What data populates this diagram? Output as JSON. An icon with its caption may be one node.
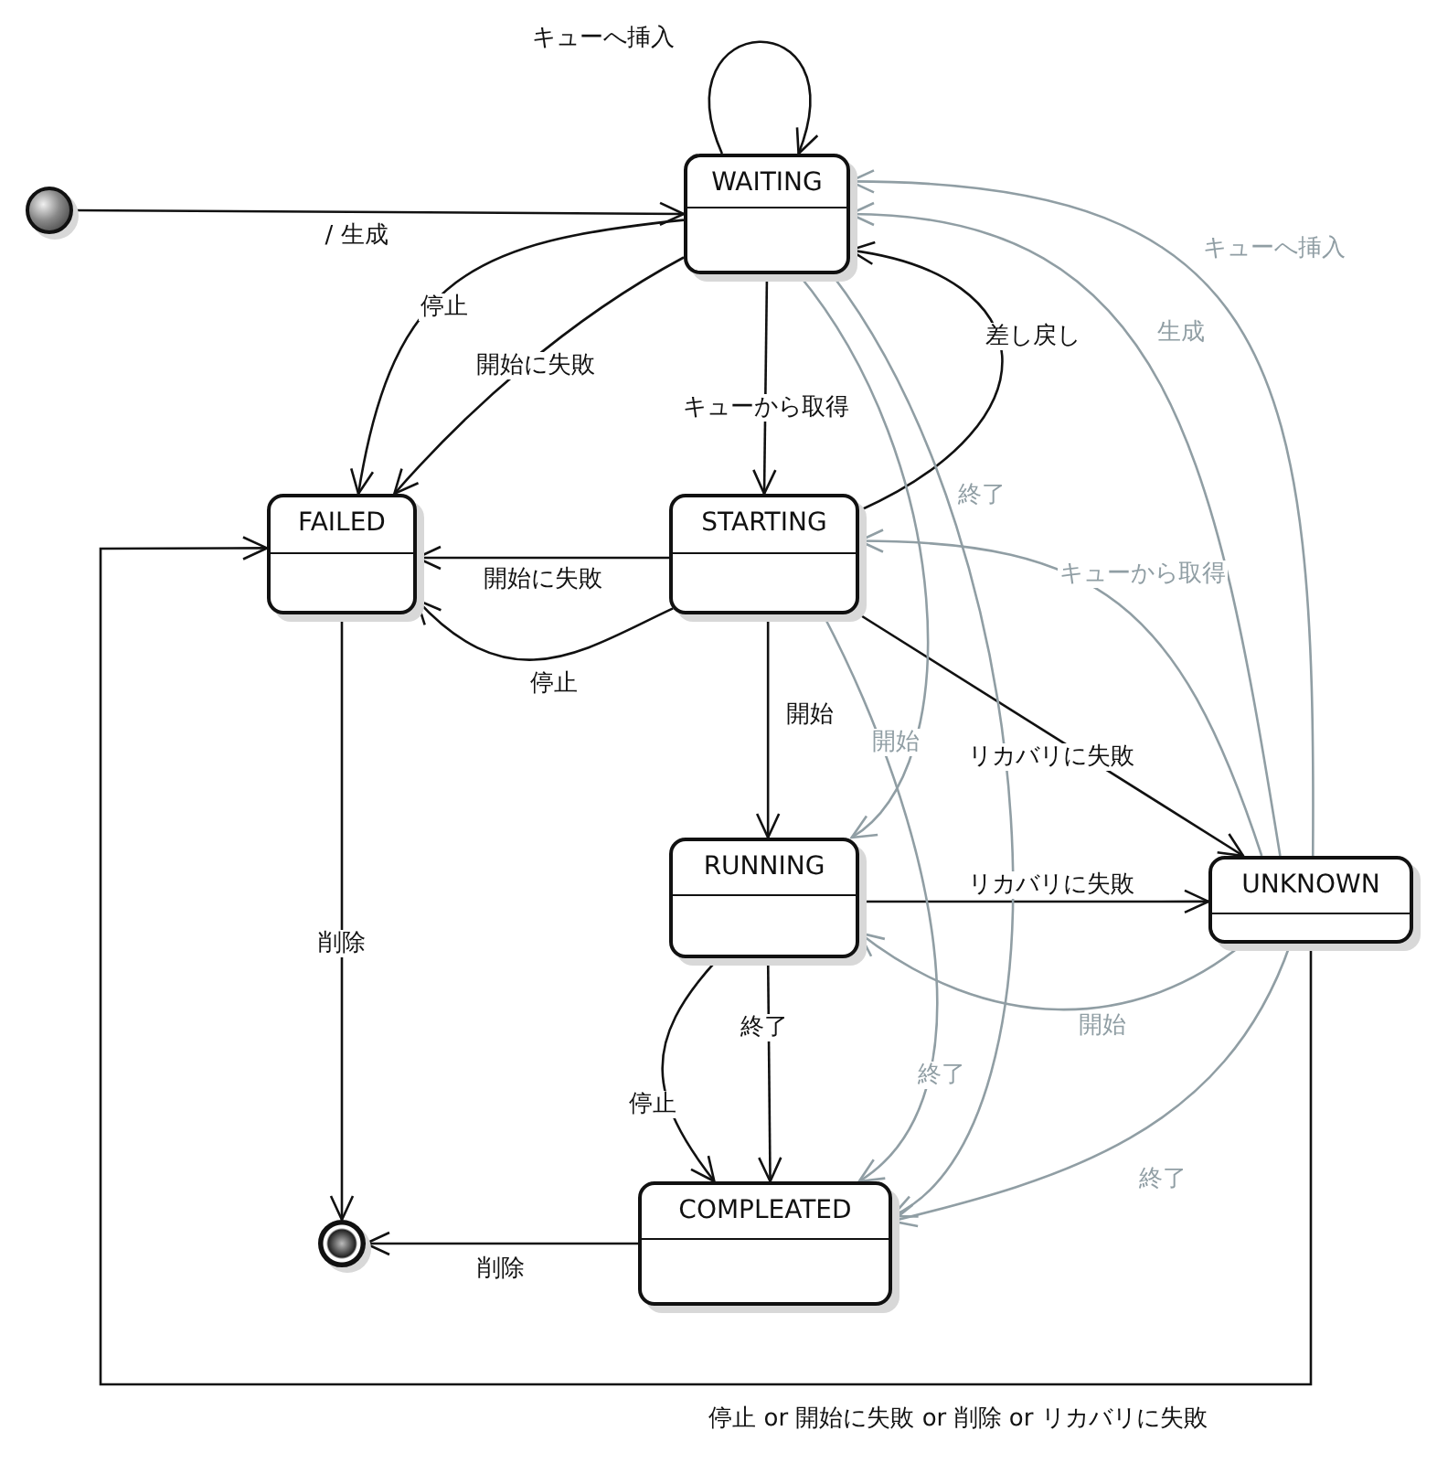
{
  "diagram": {
    "nodes": [
      {
        "text": [],
        "shape": "circle"
      },
      {
        "text": [
          "WAITING"
        ]
      },
      {
        "text": [
          "FAILED"
        ]
      },
      {
        "text": [
          "STARTING"
        ]
      },
      {
        "text": [
          "RUNNING"
        ]
      },
      {
        "text": [
          "UNKNOWN"
        ]
      },
      {
        "text": [
          "COMPLEATED"
        ]
      },
      {
        "text": [],
        "shape": "circle"
      }
    ],
    "edges": [
      {
        "from": 0,
        "to": 1,
        "arrow": "to",
        "label": "/ 生成"
      },
      {
        "from": 1,
        "to": 1,
        "arrow": "to",
        "label": "キューへ挿入"
      },
      {
        "from": 1,
        "to": 2,
        "arrow": "to",
        "label": "停止"
      },
      {
        "from": 1,
        "to": 2,
        "arrow": "to",
        "label": "開始に失敗"
      },
      {
        "from": 1,
        "to": 3,
        "arrow": "to",
        "label": "キューから取得"
      },
      {
        "from": 3,
        "to": 1,
        "arrow": "to",
        "label": "差し戻し"
      },
      {
        "from": 3,
        "to": 2,
        "arrow": "to",
        "label": "開始に失敗"
      },
      {
        "from": 3,
        "to": 2,
        "arrow": "to",
        "label": "停止"
      },
      {
        "from": 3,
        "to": 4,
        "arrow": "to",
        "label": "開始"
      },
      {
        "from": 3,
        "to": 5,
        "arrow": "to",
        "label": "リカバリに失敗"
      },
      {
        "from": 4,
        "to": 5,
        "arrow": "to",
        "label": "リカバリに失敗"
      },
      {
        "from": 4,
        "to": 6,
        "arrow": "to",
        "label": "終了"
      },
      {
        "from": 4,
        "to": 6,
        "arrow": "to",
        "label": "停止"
      },
      {
        "from": 2,
        "to": 7,
        "arrow": "to",
        "label": "削除"
      },
      {
        "from": 6,
        "to": 7,
        "arrow": "to",
        "label": "削除"
      },
      {
        "from": 5,
        "to": 2,
        "arrow": "to",
        "label": "停止 or 開始に失敗 or 削除 or リカバリに失敗"
      },
      {
        "from": 5,
        "to": 1,
        "arrow": "to",
        "label": "キューへ挿入",
        "color": "#909ea4"
      },
      {
        "from": 5,
        "to": 1,
        "arrow": "to",
        "label": "生成",
        "color": "#909ea4"
      },
      {
        "from": 5,
        "to": 3,
        "arrow": "to",
        "label": "キューから取得",
        "color": "#909ea4"
      },
      {
        "from": 5,
        "to": 4,
        "arrow": "to",
        "label": "開始",
        "color": "#909ea4"
      },
      {
        "from": 5,
        "to": 6,
        "arrow": "to",
        "label": "終了",
        "color": "#909ea4"
      },
      {
        "from": 1,
        "to": 4,
        "arrow": "to",
        "label": "開始",
        "color": "#909ea4"
      },
      {
        "from": 1,
        "to": 6,
        "arrow": "to",
        "label": "終了",
        "color": "#909ea4"
      },
      {
        "from": 3,
        "to": 6,
        "arrow": "to",
        "label": "終了",
        "color": "#909ea4"
      }
    ]
  }
}
